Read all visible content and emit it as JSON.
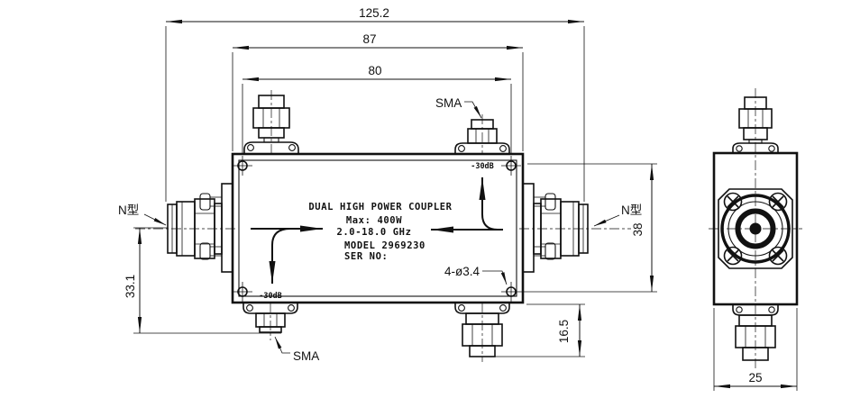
{
  "drawing": {
    "title_block": {
      "line1": "DUAL HIGH POWER COUPLER",
      "line2": "Max: 400W",
      "line3": "2.0-18.0 GHz",
      "line4": "MODEL 2969230",
      "line5": "SER NO:"
    },
    "labels": {
      "sma_top": "SMA",
      "sma_bottom": "SMA",
      "n_type_left": "N型",
      "n_type_right": "N型",
      "coupling_top": "-30dB",
      "coupling_bottom": "-30dB",
      "hole_callout": "4-ø3.4"
    },
    "dimensions": {
      "overall_width": "125.2",
      "flange_width": "87",
      "hole_spacing": "80",
      "port_height": "33.1",
      "body_height": "38",
      "sma_protrusion": "16.5",
      "side_width": "25"
    },
    "colors": {
      "line": "#111111",
      "background": "#ffffff"
    }
  }
}
